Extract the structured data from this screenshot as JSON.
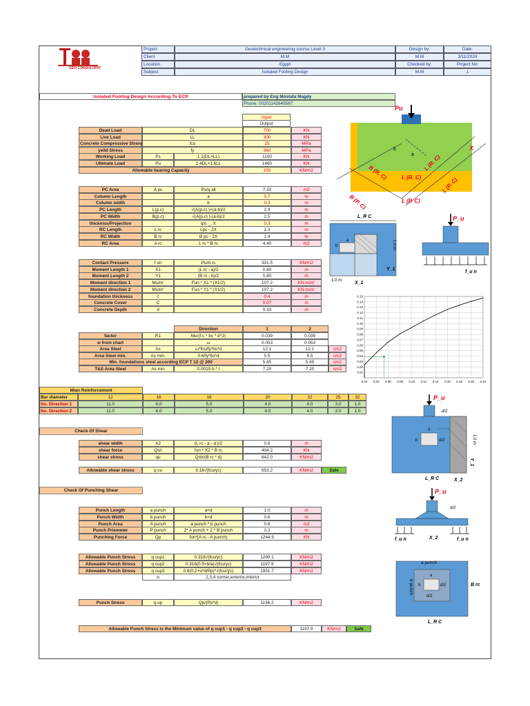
{
  "header": {
    "logo_text": "GEO CONSULTANT",
    "labels": [
      "Project",
      "Client",
      "Location",
      "Subject"
    ],
    "values": [
      "Geotechnical engineering course Level 3",
      "M.M",
      "Egypt",
      "Isolated Footing Design"
    ],
    "right": {
      "design_by_label": "Design by:",
      "design_by_value": "M.M",
      "checked_by_label": "Checked by:",
      "checked_by_value": "M.M",
      "date_label": "Date:",
      "date_value": "3/11/2024",
      "project_no_label": "Project No:",
      "project_no_value": "1"
    }
  },
  "title_bar": {
    "title": "Isolated Footing Design According To ECP",
    "prepared_by": "prepared by Eng Mostafa Magdy",
    "phone": "Phone: 00201142649567"
  },
  "io_legend": {
    "input": "Input",
    "output": "Output"
  },
  "loads": [
    {
      "name": "Dead Load",
      "sym": "DL",
      "val": "700",
      "unit": "KN",
      "input": true
    },
    {
      "name": "Live Load",
      "sym": "LL",
      "val": "300",
      "unit": "KN",
      "input": true
    },
    {
      "name": "Concrete Compressive Strength",
      "sym": "fcu",
      "val": "25",
      "unit": "MPa",
      "input": true
    },
    {
      "name": "yeild Stress",
      "sym": "fy",
      "val": "360",
      "unit": "MPa",
      "input": true
    },
    {
      "name": "Working Load",
      "sym1": "Ps",
      "sym": "1.1(DL+LL)",
      "val": "1100",
      "unit": "KN",
      "input": false
    },
    {
      "name": "Ultimate Load",
      "sym1": "Pu",
      "sym": "1.4DL+1.6LL",
      "val": "1460",
      "unit": "KN",
      "input": false
    }
  ],
  "bearing": {
    "name": "Allowable bearing Capacity",
    "val": "150",
    "unit": "KN/m2"
  },
  "dims": [
    {
      "name": "PC Area",
      "sym": "A pc",
      "eq": "Ps/q all",
      "val": "7.33",
      "unit": "m2",
      "input": false
    },
    {
      "name": "Column Length",
      "sym": "",
      "eq": "a",
      "val": "0.7",
      "unit": "m",
      "input": true
    },
    {
      "name": "Column width",
      "sym": "",
      "eq": "b",
      "val": "0.3",
      "unit": "m",
      "input": true
    },
    {
      "name": "PC Length",
      "sym": "L(p.c)",
      "eq": "√(A(p.c) )+(a-b)/2",
      "val": "2.9",
      "unit": "m",
      "input": false
    },
    {
      "name": "PC Width",
      "sym": "B(p.c)",
      "eq": "√(A(p.c) )-(a-b)/2",
      "val": "2.5",
      "unit": "m",
      "input": false
    },
    {
      "name": "thickniss/Projection",
      "sym": "",
      "eq": "tpc _, X",
      "val": "0.3",
      "unit": "m",
      "input": true
    },
    {
      "name": "RC Length",
      "sym": "L rc",
      "eq": "Lpc - 2X",
      "val": "2.3",
      "unit": "m",
      "input": false
    },
    {
      "name": "RC Width",
      "sym": "B rc",
      "eq": "B pc - 2X",
      "val": "1.9",
      "unit": "m",
      "input": false
    },
    {
      "name": "RC Area",
      "sym": "A rc",
      "eq": "L rc * B rc",
      "val": "4.40",
      "unit": "m2",
      "input": false
    }
  ],
  "moments": [
    {
      "name": "Contact Pressure",
      "sym": "f un",
      "eq": "Pu/A rc",
      "val": "331.5",
      "unit": "KN/m2",
      "input": false
    },
    {
      "name": "Moment Length 1",
      "sym": "X1",
      "eq": "(L rc - a)/2",
      "val": "0.80",
      "unit": "m",
      "input": false
    },
    {
      "name": "Moment Length 2",
      "sym": "Y1",
      "eq": "(B rc - b)/2",
      "val": "0.80",
      "unit": "m",
      "input": false
    },
    {
      "name": "Moment direction 1",
      "sym": "Mu/m'",
      "eq": "Fun * X1 * (X1/2)",
      "val": "107.2",
      "unit": "KN.m/m'",
      "input": false
    },
    {
      "name": "Moment direction 2",
      "sym": "Mu/m'",
      "eq": "Fun * Y1 * (Y1/2)",
      "val": "107.2",
      "unit": "KN.m/m'",
      "input": false
    },
    {
      "name": "foundation thickness",
      "sym": "t",
      "eq": "",
      "val": "0.4",
      "unit": "m",
      "input": true
    },
    {
      "name": "Concrete Cover",
      "sym": "C",
      "eq": "",
      "val": "0.07",
      "unit": "m",
      "input": true
    },
    {
      "name": "Concrete Depth",
      "sym": "d",
      "eq": "",
      "val": "0.33",
      "unit": "m",
      "input": false
    }
  ],
  "direction_table": {
    "head": {
      "label": "Direction",
      "d1": "1",
      "d2": "2"
    },
    "rows": [
      {
        "name": "factor",
        "sym": "R1",
        "eq": "Mu/(f c * bc * d^2)",
        "v1": "0.039",
        "v2": "0.039",
        "unit": ""
      },
      {
        "name": "w from chart",
        "sym": "",
        "eq": "ω",
        "v1": "0.053",
        "v2": "0.053",
        "unit": ""
      },
      {
        "name": "Area Steel",
        "sym": "As",
        "eq": "ω*fcu/fy*bs*d",
        "v1": "12.1",
        "v2": "12.1",
        "unit": "cm2"
      },
      {
        "name": "Area Steel min.",
        "sym": "As min.",
        "eq": "0.6/fy*bs*d",
        "v1": "5.5",
        "v2": "5.5",
        "unit": "cm2"
      },
      {
        "name": "Min. foundations steel  according ECP  T 12 @ 200",
        "sym": "",
        "eq": "",
        "v1": "5.65",
        "v2": "5.65",
        "unit": "cm2"
      },
      {
        "name": "T&S Area Steel",
        "sym": "As min",
        "eq": "0.0015 b * t",
        "v1": "7.20",
        "v2": "7.20",
        "unit": "cm2"
      }
    ]
  },
  "reinforcement": {
    "title": "Mian Reinforcement",
    "diam_label": "Bar diameter",
    "diameters": [
      "12",
      "16",
      "18",
      "20",
      "22",
      "25",
      "32"
    ],
    "dir1_label": "No. Direction 1",
    "dir1": [
      "11.0",
      "6.0",
      "5.0",
      "4.0",
      "4.0",
      "3.0",
      "1.0"
    ],
    "dir2_label": "No. Direction 2",
    "dir2": [
      "11.0",
      "6.0",
      "5.0",
      "4.0",
      "4.0",
      "3.0",
      "1.0"
    ]
  },
  "shear": {
    "title": "Check Of Shear",
    "rows": [
      {
        "name": "shear width",
        "sym": "X2",
        "eq": "(L rc - a - d )/2",
        "val": "0.6",
        "unit": "m"
      },
      {
        "name": "shear force",
        "sym": "Qsh",
        "eq": "fun * X2 * B rc",
        "val": "404.2",
        "unit": "KN"
      },
      {
        "name": "shear stress",
        "sym": "qu",
        "eq": "Qsh/(B rc * d)",
        "val": "642.0",
        "unit": "KN/m2"
      }
    ],
    "allow": {
      "name": "Allowable shear stress",
      "sym": "q cu",
      "eq": "0.16√(fcu/γc)",
      "val": "653.2",
      "unit": "KN/m2",
      "status": "Safe"
    }
  },
  "punching": {
    "title": "Check Of Punching Shear",
    "rows": [
      {
        "name": "Punch Length",
        "sym": "a punch",
        "eq": "a+d",
        "val": "1.0",
        "unit": "m"
      },
      {
        "name": "Punch Width",
        "sym": "b punch",
        "eq": "b+d",
        "val": "0.6",
        "unit": "m"
      },
      {
        "name": "Punch Area",
        "sym": "A punch",
        "eq": "a punch * b punch",
        "val": "0.6",
        "unit": "m2"
      },
      {
        "name": "Punch Priemeter",
        "sym": "P punch",
        "eq": "2* A punch + 2 * B punch",
        "val": "3.3",
        "unit": "m"
      },
      {
        "name": "Punching Force",
        "sym": "Qp",
        "eq": "fun*[A rc - A punch)",
        "val": "1244.9",
        "unit": "KN"
      }
    ],
    "allow_rows": [
      {
        "name": "Allowable Punch Stress",
        "sym": "q cup1",
        "eq": "0.316√(fcu/γc)",
        "val": "1290.1",
        "unit": "KN/m2"
      },
      {
        "name": "Allowable Punch Stress",
        "sym": "q cup2",
        "eq": "0.316(0.5+b/a)√(fcu/γc)",
        "val": "1197.9",
        "unit": "KN/m2"
      },
      {
        "name": "Allowable Punch Stress",
        "sym": "q cup3",
        "eq": "0.8(0.2+α*d/Pp)*√(fcu/Ɣc)",
        "val": "1951.7",
        "unit": "KN/m2"
      }
    ],
    "alpha": {
      "sym": "α",
      "text": "2,3,4    corner,exterior,interior"
    },
    "stress": {
      "name": "Punch Stress",
      "sym": "q up",
      "eq": "Qp/(Pp*d)",
      "val": "1136.2",
      "unit": "KN/m2"
    },
    "final": {
      "text": "Allowable Punch Stress is the Minimum value of q cup1 - q cup2 - q cup3",
      "val": "1197.9",
      "unit": "KN/m2",
      "status": "Safe"
    }
  },
  "diagram1": {
    "pu": "Pu",
    "b": "b",
    "a": "a",
    "bpc": "B (P. C)",
    "lpc": "L (P. C)",
    "brc": "B (R. C)",
    "lrc": "L (R. C)",
    "x": "X"
  },
  "diagram2": {
    "lrc": "L_R C",
    "x1": "X_1",
    "y1": "Y_1",
    "m": "1.0 m",
    "m2": "1.0 m",
    "b": "b",
    "a": "a"
  },
  "diagram3": {
    "pu": "P_u",
    "fu": "f_u n"
  },
  "diagram4": {
    "pu": "P_u",
    "d2": "d/2",
    "a": "a",
    "b": "b",
    "m": "1.0 m",
    "y1": "Y_1",
    "lrc": "L_R C",
    "x2": "X_2"
  },
  "diagram5": {
    "pu": "P_u",
    "d2": "d/2",
    "fu1": "f_u n",
    "fu2": "f_u n",
    "x2": "X_2"
  },
  "diagram6": {
    "apunch": "a punch",
    "bpunch": "b punch",
    "a": "a",
    "b": "b",
    "d2a": "d/2",
    "d2b": "d/2",
    "brc": "B rc",
    "lrc": "L_R C"
  },
  "chart_data": {
    "type": "line",
    "x": [
      0.0,
      0.02,
      0.04,
      0.06,
      0.08,
      0.1,
      0.12,
      0.14,
      0.16,
      0.18,
      0.2,
      0.22
    ],
    "series": [
      {
        "values": [
          0.0,
          0.024,
          0.046,
          0.066,
          0.081,
          0.093,
          0.105,
          0.116,
          0.126,
          0.134,
          0.141,
          0.147
        ]
      }
    ],
    "readout": {
      "x": 0.053,
      "y": 0.039
    },
    "xlim": [
      0.02,
      0.22
    ],
    "ylim": [
      0.0,
      0.15
    ],
    "x_ticks": [
      "0.02",
      "0.04",
      "0.06",
      "0.08",
      "0.10",
      "0.12",
      "0.14",
      "0.16",
      "0.18",
      "0.20",
      "0.22"
    ],
    "y_ticks": [
      "0.01",
      "0.02",
      "0.03",
      "0.04",
      "0.05",
      "0.06",
      "0.07",
      "0.08",
      "0.09",
      "0.10",
      "0.11",
      "0.12",
      "0.13",
      "0.14",
      "0.15"
    ],
    "grid": true,
    "colors": {
      "curve": "#111111",
      "readout": "#2ca02c"
    }
  },
  "colors": {
    "orange": "#f9c99c",
    "yellow": "#fffcc2",
    "green": "#7ecb4a",
    "blue": "#5b9bd5",
    "footing": "#ffc000",
    "lawn": "#92d050",
    "red": "#e4001b"
  }
}
